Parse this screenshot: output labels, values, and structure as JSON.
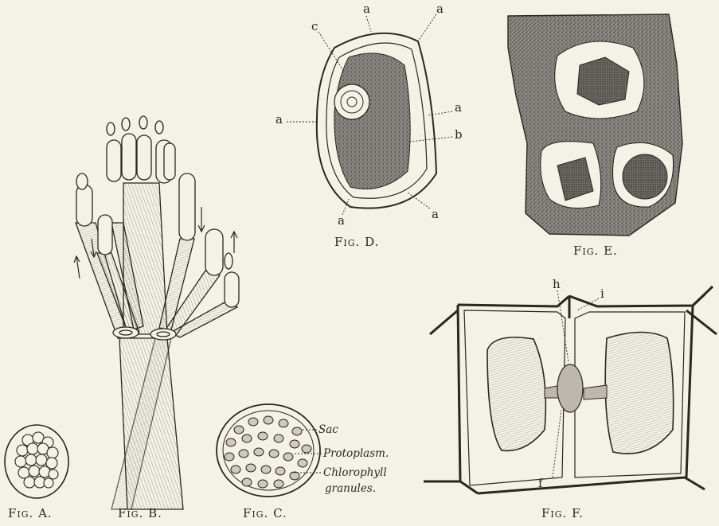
{
  "figures": {
    "a": {
      "caption": "Fig. A."
    },
    "b": {
      "caption": "Fig. B."
    },
    "c": {
      "caption": "Fig. C.",
      "labels": {
        "sac": "Sac",
        "protoplasm": "Protoplasm.",
        "chlorophyll": "Chlorophyll",
        "granules": "granules."
      }
    },
    "d": {
      "caption": "Fig. D.",
      "labels": {
        "a": "a",
        "b": "b",
        "c": "c"
      }
    },
    "e": {
      "caption": "Fig. E."
    },
    "f": {
      "caption": "Fig. F.",
      "labels": {
        "h": "h",
        "i": "i",
        "f": "f"
      }
    }
  },
  "colors": {
    "ink": "#2a2622",
    "paper": "#f4f1e6"
  }
}
